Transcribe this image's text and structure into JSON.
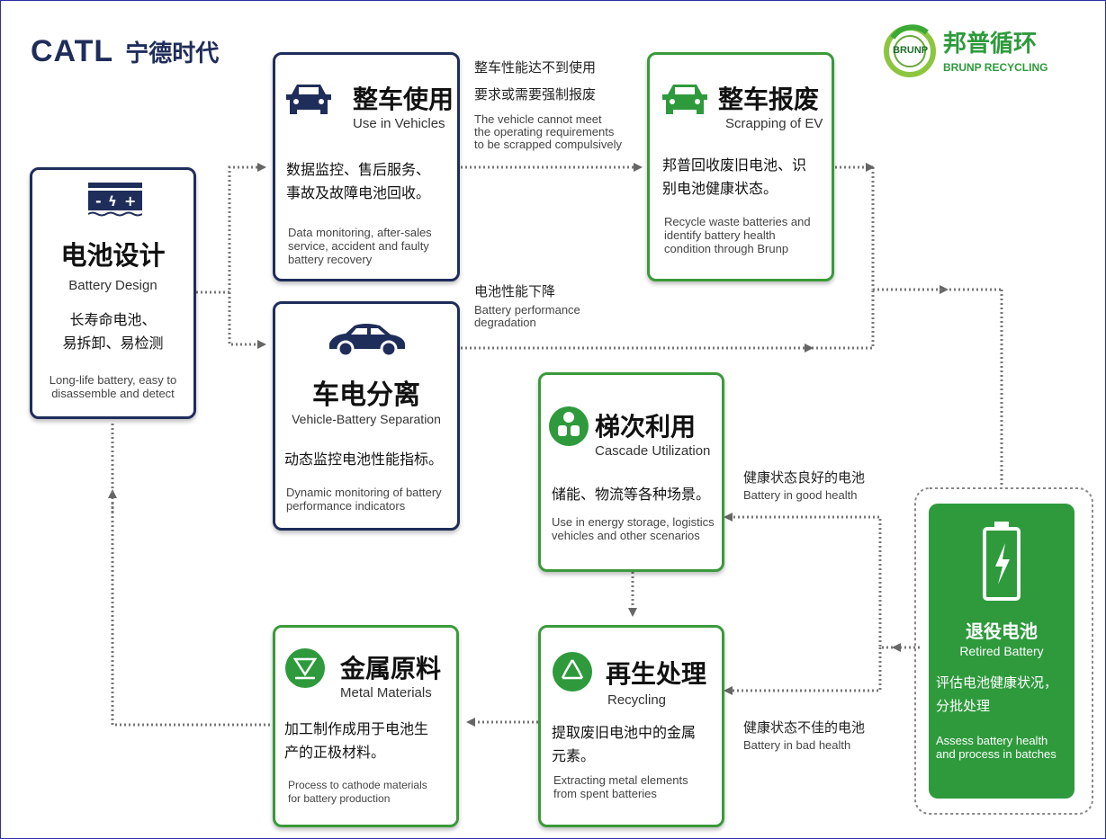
{
  "logo_left": {
    "brand": "CATL",
    "brand_zh": "宁德时代"
  },
  "logo_right": {
    "name_zh": "邦普循环",
    "name_en": "BRUNP RECYCLING",
    "badge": "BRUNP"
  },
  "battery_design": {
    "title_zh": "电池设计",
    "title_en": "Battery Design",
    "body_zh_1": "长寿命电池、",
    "body_zh_2": "易拆卸、易检测",
    "body_en_1": "Long-life battery, easy to",
    "body_en_2": "disassemble and detect",
    "icon": "battery-symbol-icon"
  },
  "use_in_vehicles": {
    "title_zh": "整车使用",
    "title_en": "Use in Vehicles",
    "body_zh_1": "数据监控、售后服务、",
    "body_zh_2": "事故及故障电池回收。",
    "body_en_1": "Data monitoring, after-sales",
    "body_en_2": "service, accident and faulty",
    "body_en_3": "battery recovery",
    "icon": "car-front-icon"
  },
  "scrapping": {
    "title_zh": "整车报废",
    "title_en": "Scrapping of EV",
    "body_zh_1": "邦普回收废旧电池、识",
    "body_zh_2": "别电池健康状态。",
    "body_en_1": "Recycle waste batteries and",
    "body_en_2": "identify battery health",
    "body_en_3": "condition through Brunp",
    "icon": "car-front-icon"
  },
  "separation": {
    "title_zh": "车电分离",
    "title_en": "Vehicle-Battery Separation",
    "body_zh": "动态监控电池性能指标。",
    "body_en_1": "Dynamic monitoring of battery",
    "body_en_2": "performance indicators",
    "icon": "car-side-icon"
  },
  "cascade": {
    "title_zh": "梯次利用",
    "title_en": "Cascade Utilization",
    "body_zh": "储能、物流等各种场景。",
    "body_en_1": "Use in energy storage, logistics",
    "body_en_2": "vehicles and other scenarios",
    "icon": "cascade-icon"
  },
  "recycling": {
    "title_zh": "再生处理",
    "title_en": "Recycling",
    "body_zh_1": "提取废旧电池中的金属",
    "body_zh_2": "元素。",
    "body_en_1": "Extracting metal elements",
    "body_en_2": "from spent batteries",
    "icon": "recycle-icon"
  },
  "metal": {
    "title_zh": "金属原料",
    "title_en": "Metal Materials",
    "body_zh_1": "加工制作成用于电池生",
    "body_zh_2": "产的正极材料。",
    "body_en_1": "Process to cathode materials",
    "body_en_2": "for battery production",
    "icon": "funnel-icon"
  },
  "retired": {
    "title_zh": "退役电池",
    "title_en": "Retired Battery",
    "body_zh_1": "评估电池健康状况，",
    "body_zh_2": "分批处理",
    "body_en_1": "Assess battery health",
    "body_en_2": "and process in batches",
    "icon": "battery-bolt-icon"
  },
  "labels": {
    "scrap_reason_zh_1": "整车性能达不到使用",
    "scrap_reason_zh_2": "要求或需要强制报废",
    "scrap_reason_en_1": "The vehicle cannot meet",
    "scrap_reason_en_2": "the operating requirements",
    "scrap_reason_en_3": "to be scrapped compulsively",
    "degrade_zh": "电池性能下降",
    "degrade_en_1": "Battery performance",
    "degrade_en_2": "degradation",
    "good_zh": "健康状态良好的电池",
    "good_en": "Battery in good health",
    "bad_zh": "健康状态不佳的电池",
    "bad_en": "Battery in bad health"
  },
  "colors": {
    "navy": "#1f2d5a",
    "green": "#3a9a3a",
    "retired_bg": "#2e9a3c"
  }
}
